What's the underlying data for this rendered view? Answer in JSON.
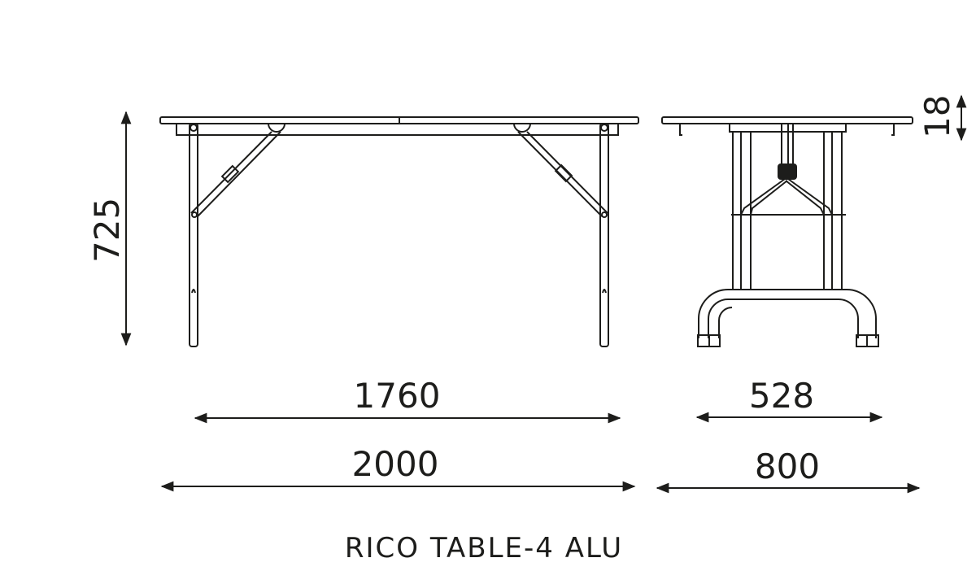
{
  "title": "RICO TABLE-4 ALU",
  "dimensions": {
    "height": "725",
    "top_thickness": "18",
    "leg_span_length": "1760",
    "total_length": "2000",
    "leg_span_width": "528",
    "total_width": "800"
  },
  "views": {
    "front": "front-elevation",
    "side": "side-elevation"
  },
  "colors": {
    "line": "#1d1d1b",
    "background": "#ffffff"
  }
}
